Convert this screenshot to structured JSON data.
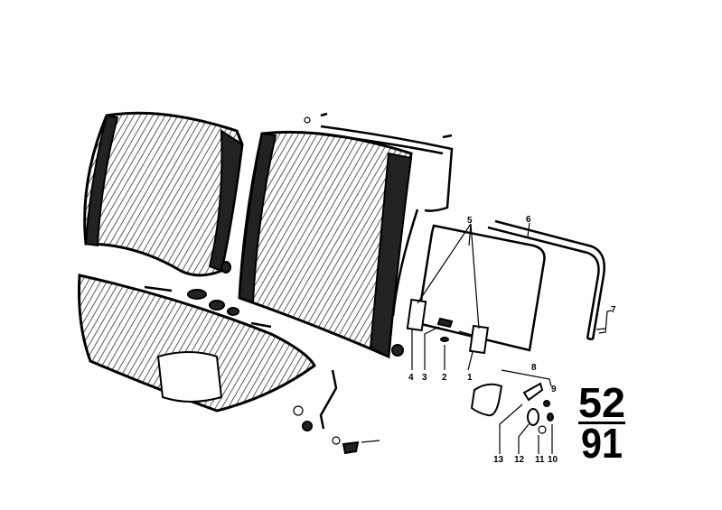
{
  "diagram": {
    "part_labels": [
      "1",
      "2",
      "3",
      "4",
      "5",
      "6",
      "7",
      "8",
      "9",
      "10",
      "11",
      "12",
      "13"
    ],
    "group_number": "52",
    "sub_number": "91"
  }
}
